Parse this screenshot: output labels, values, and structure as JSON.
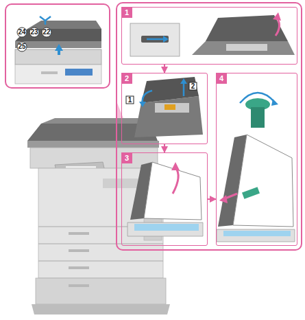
{
  "diagram": {
    "nodes": [
      {
        "text": [
          "1"
        ]
      },
      {
        "text": [
          "2"
        ]
      },
      {
        "text": [
          "3"
        ]
      },
      {
        "text": [
          "4"
        ]
      }
    ],
    "edges": [
      {
        "from": 0,
        "to": 1,
        "arrow": "to"
      },
      {
        "from": 1,
        "to": 2,
        "arrow": "to"
      },
      {
        "from": 2,
        "to": 3,
        "arrow": "to"
      }
    ],
    "labels": [
      "24",
      "23",
      "22",
      "25",
      "1",
      "2"
    ]
  }
}
